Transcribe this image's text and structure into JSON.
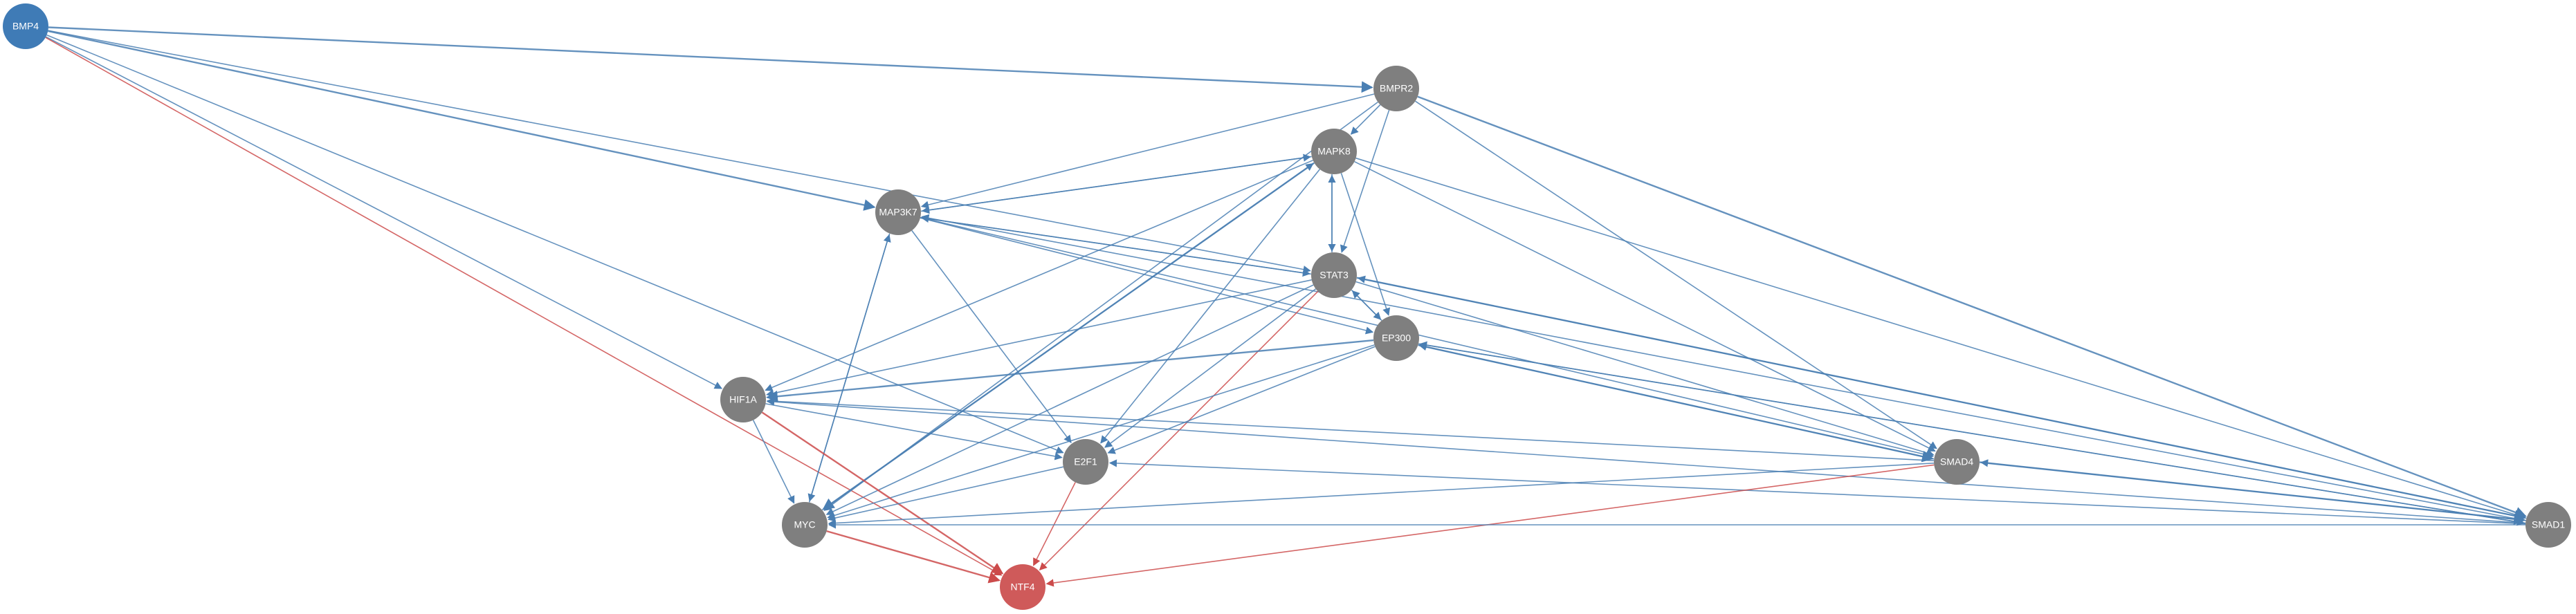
{
  "colors": {
    "activation_edge": "#4a7fb3",
    "inhibition_edge": "#cc4b4b",
    "highlight_blue": "#3f7bb6",
    "highlight_red": "#cf5a5a",
    "neutral_node": "#7f7f7f"
  },
  "nodes": [
    {
      "id": "BMP4",
      "label": "BMP4",
      "role": "highlight_blue"
    },
    {
      "id": "BMPR2",
      "label": "BMPR2",
      "role": "neutral_node"
    },
    {
      "id": "MAPK8",
      "label": "MAPK8",
      "role": "neutral_node"
    },
    {
      "id": "MAP3K7",
      "label": "MAP3K7",
      "role": "neutral_node"
    },
    {
      "id": "STAT3",
      "label": "STAT3",
      "role": "neutral_node"
    },
    {
      "id": "EP300",
      "label": "EP300",
      "role": "neutral_node"
    },
    {
      "id": "HIF1A",
      "label": "HIF1A",
      "role": "neutral_node"
    },
    {
      "id": "E2F1",
      "label": "E2F1",
      "role": "neutral_node"
    },
    {
      "id": "SMAD4",
      "label": "SMAD4",
      "role": "neutral_node"
    },
    {
      "id": "MYC",
      "label": "MYC",
      "role": "neutral_node"
    },
    {
      "id": "SMAD1",
      "label": "SMAD1",
      "role": "neutral_node"
    },
    {
      "id": "NTF4",
      "label": "NTF4",
      "role": "highlight_red"
    }
  ],
  "edges": [
    {
      "source": "BMP4",
      "target": "BMPR2",
      "kind": "activation",
      "heavy": true
    },
    {
      "source": "BMP4",
      "target": "MAP3K7",
      "kind": "activation",
      "heavy": true
    },
    {
      "source": "BMP4",
      "target": "STAT3",
      "kind": "activation"
    },
    {
      "source": "BMP4",
      "target": "HIF1A",
      "kind": "activation"
    },
    {
      "source": "BMP4",
      "target": "E2F1",
      "kind": "activation"
    },
    {
      "source": "BMP4",
      "target": "NTF4",
      "kind": "inhibition"
    },
    {
      "source": "BMPR2",
      "target": "MAP3K7",
      "kind": "activation"
    },
    {
      "source": "BMPR2",
      "target": "MAPK8",
      "kind": "activation"
    },
    {
      "source": "BMPR2",
      "target": "STAT3",
      "kind": "activation"
    },
    {
      "source": "BMPR2",
      "target": "SMAD4",
      "kind": "activation"
    },
    {
      "source": "BMPR2",
      "target": "SMAD1",
      "kind": "activation",
      "heavy": true
    },
    {
      "source": "BMPR2",
      "target": "MYC",
      "kind": "activation"
    },
    {
      "source": "MAPK8",
      "target": "MAP3K7",
      "kind": "activation"
    },
    {
      "source": "MAP3K7",
      "target": "MAPK8",
      "kind": "activation"
    },
    {
      "source": "MAPK8",
      "target": "STAT3",
      "kind": "activation"
    },
    {
      "source": "STAT3",
      "target": "MAPK8",
      "kind": "activation"
    },
    {
      "source": "MAPK8",
      "target": "EP300",
      "kind": "activation"
    },
    {
      "source": "MAPK8",
      "target": "HIF1A",
      "kind": "activation"
    },
    {
      "source": "MAPK8",
      "target": "E2F1",
      "kind": "activation"
    },
    {
      "source": "MAPK8",
      "target": "MYC",
      "kind": "activation",
      "heavy": true
    },
    {
      "source": "MYC",
      "target": "MAPK8",
      "kind": "activation"
    },
    {
      "source": "MAPK8",
      "target": "SMAD4",
      "kind": "activation"
    },
    {
      "source": "MAPK8",
      "target": "SMAD1",
      "kind": "activation"
    },
    {
      "source": "MAP3K7",
      "target": "STAT3",
      "kind": "activation"
    },
    {
      "source": "STAT3",
      "target": "MAP3K7",
      "kind": "activation"
    },
    {
      "source": "MAP3K7",
      "target": "EP300",
      "kind": "activation"
    },
    {
      "source": "MAP3K7",
      "target": "E2F1",
      "kind": "activation"
    },
    {
      "source": "MAP3K7",
      "target": "MYC",
      "kind": "activation"
    },
    {
      "source": "MYC",
      "target": "MAP3K7",
      "kind": "activation"
    },
    {
      "source": "MAP3K7",
      "target": "SMAD4",
      "kind": "activation"
    },
    {
      "source": "SMAD1",
      "target": "MAP3K7",
      "kind": "activation"
    },
    {
      "source": "STAT3",
      "target": "EP300",
      "kind": "activation"
    },
    {
      "source": "EP300",
      "target": "STAT3",
      "kind": "activation"
    },
    {
      "source": "STAT3",
      "target": "HIF1A",
      "kind": "activation"
    },
    {
      "source": "STAT3",
      "target": "E2F1",
      "kind": "activation"
    },
    {
      "source": "STAT3",
      "target": "MYC",
      "kind": "activation"
    },
    {
      "source": "STAT3",
      "target": "SMAD4",
      "kind": "activation"
    },
    {
      "source": "STAT3",
      "target": "SMAD1",
      "kind": "activation",
      "heavy": true
    },
    {
      "source": "SMAD1",
      "target": "STAT3",
      "kind": "activation"
    },
    {
      "source": "STAT3",
      "target": "NTF4",
      "kind": "inhibition"
    },
    {
      "source": "EP300",
      "target": "HIF1A",
      "kind": "activation",
      "heavy": true
    },
    {
      "source": "EP300",
      "target": "E2F1",
      "kind": "activation"
    },
    {
      "source": "EP300",
      "target": "MYC",
      "kind": "activation"
    },
    {
      "source": "EP300",
      "target": "SMAD4",
      "kind": "activation",
      "heavy": true
    },
    {
      "source": "SMAD4",
      "target": "EP300",
      "kind": "activation"
    },
    {
      "source": "EP300",
      "target": "SMAD1",
      "kind": "activation"
    },
    {
      "source": "SMAD1",
      "target": "EP300",
      "kind": "activation"
    },
    {
      "source": "HIF1A",
      "target": "E2F1",
      "kind": "activation"
    },
    {
      "source": "HIF1A",
      "target": "MYC",
      "kind": "activation"
    },
    {
      "source": "HIF1A",
      "target": "NTF4",
      "kind": "inhibition",
      "heavy": true
    },
    {
      "source": "SMAD4",
      "target": "HIF1A",
      "kind": "activation"
    },
    {
      "source": "SMAD1",
      "target": "HIF1A",
      "kind": "activation"
    },
    {
      "source": "E2F1",
      "target": "MYC",
      "kind": "activation"
    },
    {
      "source": "E2F1",
      "target": "NTF4",
      "kind": "inhibition"
    },
    {
      "source": "SMAD1",
      "target": "E2F1",
      "kind": "activation"
    },
    {
      "source": "MYC",
      "target": "NTF4",
      "kind": "inhibition",
      "heavy": true
    },
    {
      "source": "SMAD4",
      "target": "MYC",
      "kind": "activation"
    },
    {
      "source": "SMAD4",
      "target": "NTF4",
      "kind": "inhibition"
    },
    {
      "source": "SMAD4",
      "target": "SMAD1",
      "kind": "activation",
      "heavy": true
    },
    {
      "source": "SMAD1",
      "target": "SMAD4",
      "kind": "activation"
    },
    {
      "source": "SMAD1",
      "target": "MYC",
      "kind": "activation"
    }
  ]
}
